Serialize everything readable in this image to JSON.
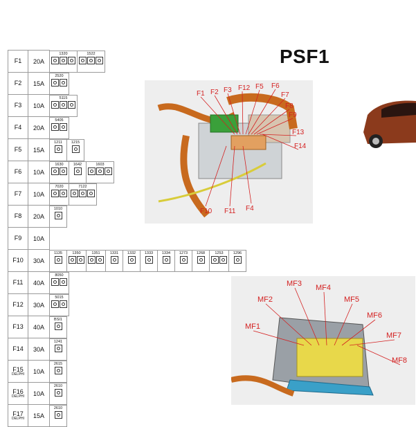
{
  "title": "PSF1",
  "fuses": [
    {
      "id": "F1",
      "amp": "20A",
      "comps": [
        {
          "code": "1320",
          "n": 3
        },
        {
          "code": "1522",
          "n": 3
        }
      ]
    },
    {
      "id": "F2",
      "amp": "15A",
      "comps": [
        {
          "code": "2520",
          "n": 2
        }
      ]
    },
    {
      "id": "F3",
      "amp": "10A",
      "comps": [
        {
          "code": "5115",
          "n": 3
        }
      ]
    },
    {
      "id": "F4",
      "amp": "20A",
      "comps": [
        {
          "code": "5405",
          "n": 2
        }
      ]
    },
    {
      "id": "F5",
      "amp": "15A",
      "comps": [
        {
          "code": "1211",
          "n": 1
        },
        {
          "code": "1215",
          "n": 1
        }
      ]
    },
    {
      "id": "F6",
      "amp": "10A",
      "comps": [
        {
          "code": "1630",
          "n": 2
        },
        {
          "code": "1642",
          "n": 1
        },
        {
          "code": "1603",
          "n": 3
        }
      ]
    },
    {
      "id": "F7",
      "amp": "10A",
      "comps": [
        {
          "code": "7020",
          "n": 2
        },
        {
          "code": "7122",
          "n": 3
        }
      ]
    },
    {
      "id": "F8",
      "amp": "20A",
      "comps": [
        {
          "code": "1010",
          "n": 1
        }
      ]
    },
    {
      "id": "F9",
      "amp": "10A",
      "comps": []
    },
    {
      "id": "F10",
      "amp": "30A",
      "comps": [
        {
          "code": "1135",
          "n": 1
        },
        {
          "code": "1350",
          "n": 2
        },
        {
          "code": "1351",
          "n": 2
        },
        {
          "code": "1331",
          "n": 1
        },
        {
          "code": "1332",
          "n": 1
        },
        {
          "code": "1333",
          "n": 1
        },
        {
          "code": "1334",
          "n": 1
        },
        {
          "code": "1273",
          "n": 1
        },
        {
          "code": "1268",
          "n": 1
        },
        {
          "code": "1253",
          "n": 2
        },
        {
          "code": "1296",
          "n": 1
        }
      ]
    },
    {
      "id": "F11",
      "amp": "40A",
      "comps": [
        {
          "code": "8050",
          "n": 2
        }
      ]
    },
    {
      "id": "F12",
      "amp": "30A",
      "comps": [
        {
          "code": "5015",
          "n": 2
        }
      ]
    },
    {
      "id": "F13",
      "amp": "40A",
      "comps": [
        {
          "code": "BSI1",
          "n": 1
        }
      ]
    },
    {
      "id": "F14",
      "amp": "30A",
      "comps": [
        {
          "code": "1241",
          "n": 1
        }
      ]
    },
    {
      "id": "F15",
      "sub": "DELPHI",
      "amp": "10A",
      "comps": [
        {
          "code": "2615",
          "n": 1
        }
      ]
    },
    {
      "id": "F16",
      "sub": "DELPHI",
      "amp": "10A",
      "comps": [
        {
          "code": "2610",
          "n": 1
        }
      ]
    },
    {
      "id": "F17",
      "sub": "DELPHI",
      "amp": "15A",
      "comps": [
        {
          "code": "2610",
          "n": 1
        }
      ]
    }
  ],
  "diagram1_labels": {
    "top": [
      "F1",
      "F2",
      "F3",
      "F12",
      "F5",
      "F6",
      "F7",
      "F8",
      "F9",
      "F13",
      "F14"
    ],
    "bottom": [
      "F10",
      "F11",
      "F4"
    ]
  },
  "diagram2_labels": [
    "MF1",
    "MF2",
    "MF3",
    "MF4",
    "MF5",
    "MF6",
    "MF7",
    "MF8"
  ],
  "colors": {
    "wire": "#c86a1e",
    "label": "#d42020",
    "green": "#3aa03a",
    "yellow": "#e8d84a",
    "blue": "#3aa0c8"
  }
}
